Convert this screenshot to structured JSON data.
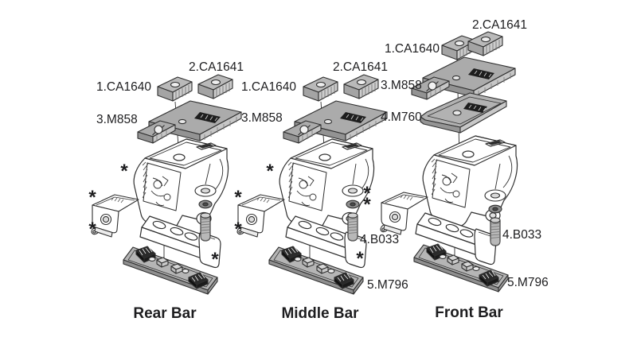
{
  "diagram": {
    "asterisk": "*",
    "colors": {
      "background": "#ffffff",
      "outline": "#2f2f2f",
      "part_gray": "#ababab",
      "dark_strip": "#1e1e1e",
      "label_text": "#1d1d1f"
    },
    "assemblies": [
      {
        "id": "rear",
        "caption": "Rear Bar",
        "labels": {
          "ca1640": "1.CA1640",
          "ca1641": "2.CA1641",
          "m858": "3.M858"
        }
      },
      {
        "id": "middle",
        "caption": "Middle Bar",
        "labels": {
          "ca1640": "1.CA1640",
          "ca1641": "2.CA1641",
          "m858": "3.M858",
          "b033": "4.B033",
          "m796": "5.M796"
        }
      },
      {
        "id": "front",
        "caption": "Front Bar",
        "labels": {
          "ca1640": "1.CA1640",
          "ca1641": "2.CA1641",
          "m858": "3.M858",
          "m760": "4.M760",
          "b033": "4.B033",
          "m796": "5.M796"
        }
      }
    ]
  }
}
